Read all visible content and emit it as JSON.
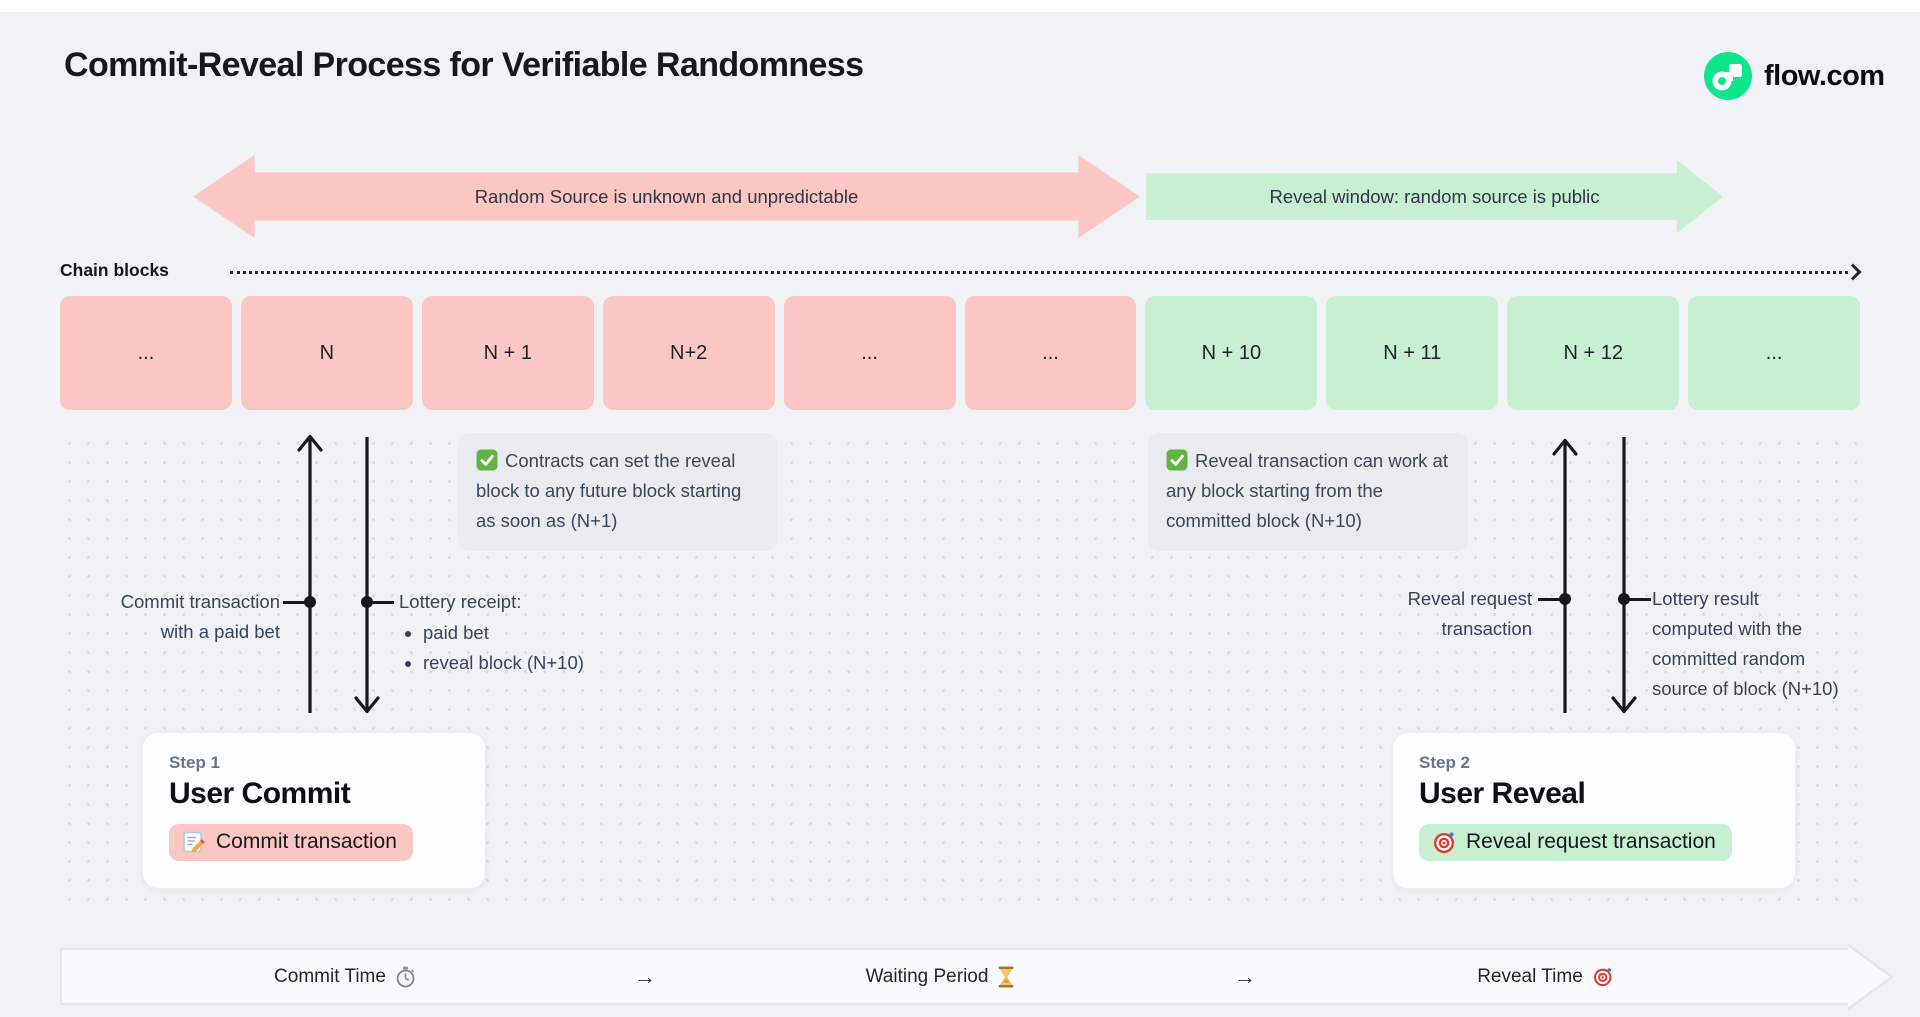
{
  "page": {
    "title": "Commit-Reveal Process for Verifiable Randomness",
    "brand": "flow.com"
  },
  "phase_arrows": {
    "red_label": "Random Source is unknown and unpredictable",
    "green_label": "Reveal window: random source is public"
  },
  "chain": {
    "label": "Chain blocks",
    "blocks": [
      {
        "label": "...",
        "color": "pink"
      },
      {
        "label": "N",
        "color": "pink"
      },
      {
        "label": "N + 1",
        "color": "pink"
      },
      {
        "label": "N+2",
        "color": "pink"
      },
      {
        "label": "...",
        "color": "pink"
      },
      {
        "label": "...",
        "color": "pink"
      },
      {
        "label": "N + 10",
        "color": "green"
      },
      {
        "label": "N + 11",
        "color": "green"
      },
      {
        "label": "N + 12",
        "color": "green"
      },
      {
        "label": "...",
        "color": "green"
      }
    ]
  },
  "notes": {
    "note1": {
      "icon": "check-icon",
      "text": "Contracts can set the reveal block to any future block starting as soon as (N+1)"
    },
    "note2": {
      "icon": "check-icon",
      "text": "Reveal transaction can work at any block starting from the committed block (N+10)"
    }
  },
  "annotations": {
    "commit": {
      "line1": "Commit transaction",
      "line2": "with a paid bet"
    },
    "receipt": {
      "title": "Lottery receipt:",
      "bullets": [
        "paid bet",
        "reveal block (N+10)"
      ]
    },
    "reveal": {
      "line1": "Reveal request",
      "line2": "transaction"
    },
    "result": {
      "lines": [
        "Lottery result",
        "computed with the",
        "committed random",
        "source of block (N+10)"
      ]
    }
  },
  "steps": {
    "step1": {
      "label": "Step 1",
      "title": "User Commit",
      "button": "Commit transaction",
      "button_icon": "memo-icon"
    },
    "step2": {
      "label": "Step 2",
      "title": "User Reveal",
      "button": "Reveal request transaction",
      "button_icon": "target-icon"
    }
  },
  "timeline": {
    "items": [
      "Commit Time",
      "→",
      "Waiting Period",
      "→",
      "Reveal Time"
    ],
    "icons": [
      "stopwatch-icon",
      "",
      "hourglass-icon",
      "",
      "target-icon"
    ]
  },
  "colors": {
    "background": "#f0f2f6",
    "pink": "#fcc7c2",
    "green": "#c9efd3",
    "note_bg": "#e9ebf0",
    "annotation_text": "#374357",
    "flow_green": "#0fe58d",
    "check_green": "#61b346",
    "target_red": "#e5372e"
  }
}
